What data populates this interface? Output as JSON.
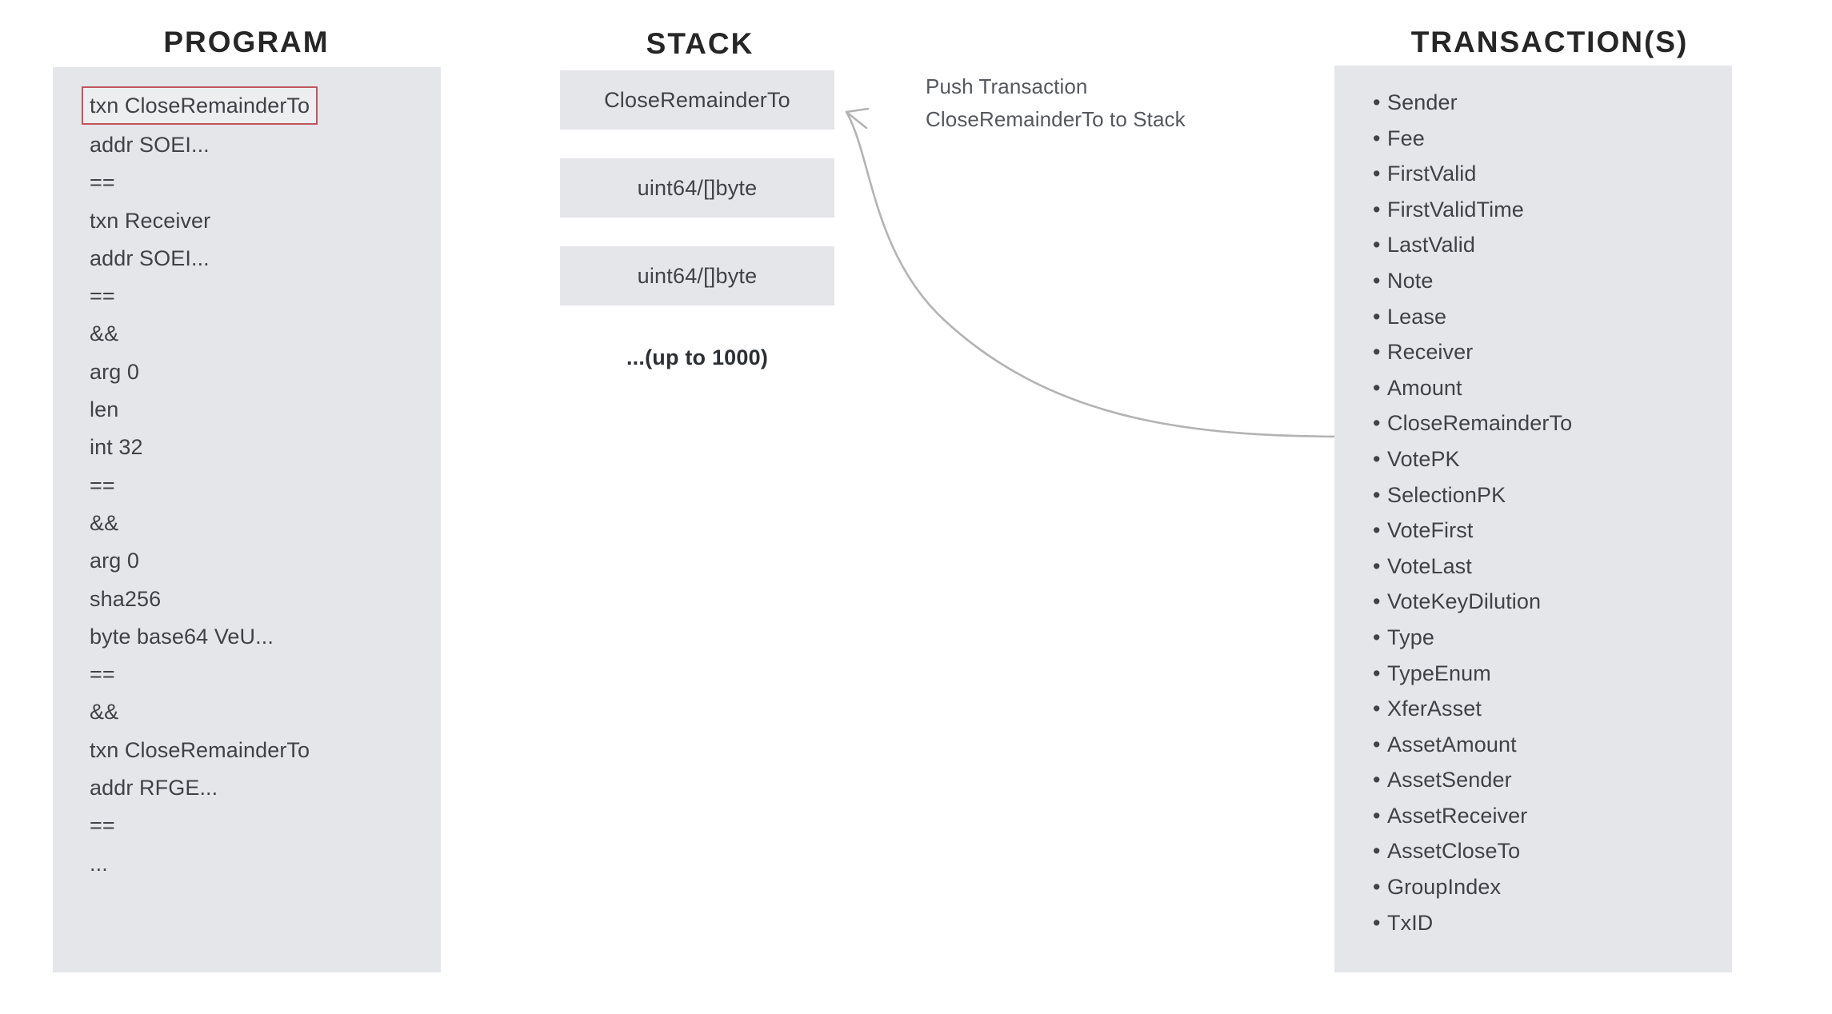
{
  "columns": {
    "program": {
      "heading": "PROGRAM",
      "lines": [
        "txn CloseRemainderTo",
        "addr SOEI...",
        "==",
        "txn Receiver",
        "addr SOEI...",
        "==",
        "&&",
        "arg 0",
        "len",
        "int 32",
        "==",
        "&&",
        "arg 0",
        "sha256",
        "byte base64 VeU...",
        "==",
        "&&",
        "txn CloseRemainderTo",
        "addr RFGE...",
        "==",
        "..."
      ],
      "highlighted_index": 0
    },
    "stack": {
      "heading": "STACK",
      "cells": [
        "CloseRemainderTo",
        "uint64/[]byte",
        "uint64/[]byte"
      ],
      "more_label": "...(up to 1000)"
    },
    "transactions": {
      "heading": "TRANSACTION(S)",
      "bullet": "•",
      "fields": [
        "Sender",
        "Fee",
        "FirstValid",
        "FirstValidTime",
        "LastValid",
        "Note",
        "Lease",
        "Receiver",
        "Amount",
        "CloseRemainderTo",
        "VotePK",
        "SelectionPK",
        "VoteFirst",
        "VoteLast",
        "VoteKeyDilution",
        "Type",
        "TypeEnum",
        "XferAsset",
        "AssetAmount",
        "AssetSender",
        "AssetReceiver",
        "AssetCloseTo",
        "GroupIndex",
        "TxID"
      ],
      "highlighted_field": "CloseRemainderTo"
    }
  },
  "annotation": {
    "line1": "Push Transaction",
    "line2": "CloseRemainderTo to Stack"
  },
  "colors": {
    "panel_background": "#e4e6e9",
    "cell_background": "#e4e6e9",
    "text": "#3f4246",
    "heading_text": "#262626",
    "highlight_border": "#c1555d",
    "arrow": "#b3b3b3",
    "annotation_text": "#55585c",
    "page_background": "#ffffff"
  }
}
